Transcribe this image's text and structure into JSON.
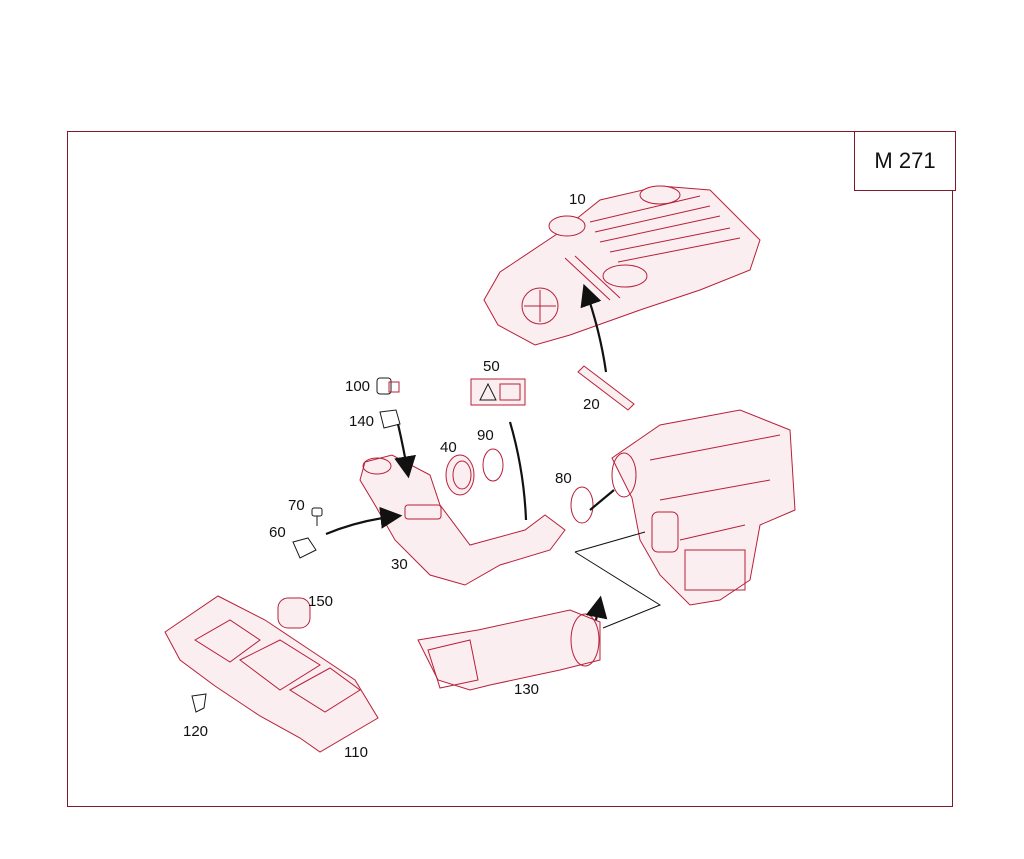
{
  "model": "M 271",
  "callouts": [
    "10",
    "20",
    "30",
    "40",
    "50",
    "60",
    "70",
    "80",
    "90",
    "100",
    "110",
    "120",
    "130",
    "140",
    "150"
  ]
}
